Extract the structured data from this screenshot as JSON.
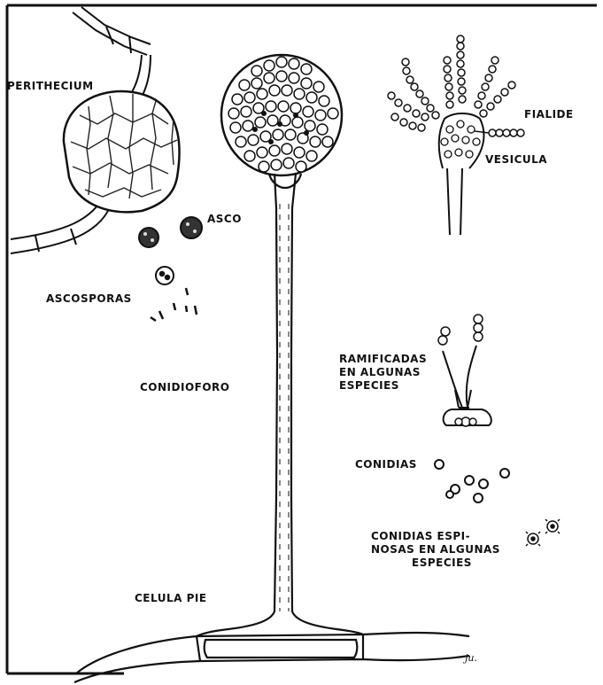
{
  "labels": {
    "perithecium": "PERITHECIUM",
    "asco": "ASCO",
    "ascosporas": "ASCOSPORAS",
    "fialide": "FIALIDE",
    "vesicula": "VESICULA",
    "ramificadas": [
      "RAMIFICADAS",
      "EN ALGUNAS",
      "ESPECIES"
    ],
    "conidioforo": "CONIDIOFORO",
    "conidias": "CONIDIAS",
    "conidias_espinosas": [
      "CONIDIAS ESPI-",
      "NOSAS EN ALGUNAS",
      "ESPECIES"
    ],
    "celula_pie": "CELULA PIE"
  },
  "signature": "ju."
}
